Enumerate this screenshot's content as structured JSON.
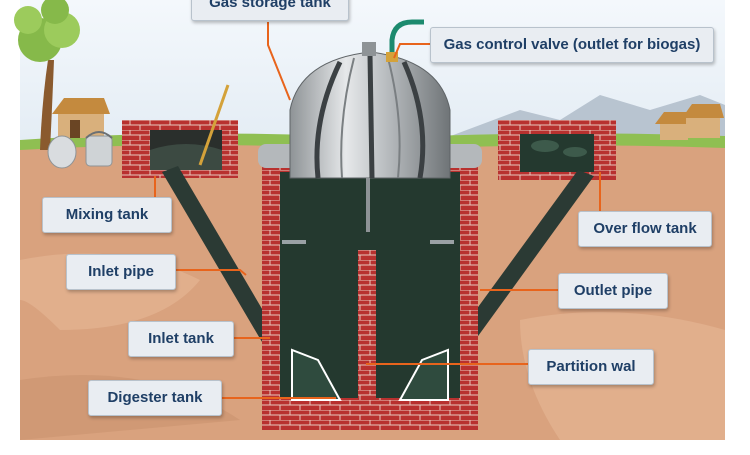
{
  "labels": {
    "gas_storage_tank": "Gas storage tank",
    "gas_control_valve": "Gas control valve (outlet for biogas)",
    "mixing_tank": "Mixing tank",
    "inlet_pipe": "Inlet pipe",
    "inlet_tank": "Inlet tank",
    "digester_tank": "Digester tank",
    "over_flow_tank": "Over flow tank",
    "outlet_pipe": "Outlet pipe",
    "partition_wall": "Partition wal"
  },
  "colors": {
    "sky": "#eef3f8",
    "soil": "#d9a27e",
    "brick": "#b8312f",
    "slurry": "#24392f",
    "dome": "#c9ccce",
    "leader": "#e8641c",
    "label_text": "#1f3f66"
  }
}
